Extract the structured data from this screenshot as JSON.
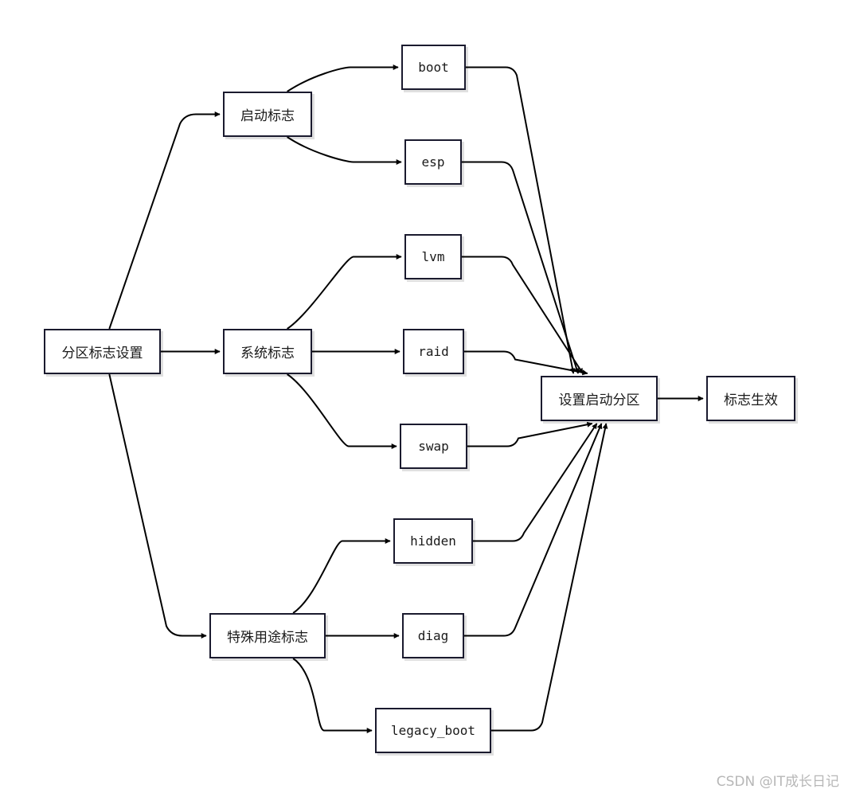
{
  "diagram": {
    "nodes": {
      "root": "分区标志设置",
      "boot_flags": "启动标志",
      "system_flags": "系统标志",
      "special_flags": "特殊用途标志",
      "boot": "boot",
      "esp": "esp",
      "lvm": "lvm",
      "raid": "raid",
      "swap": "swap",
      "hidden": "hidden",
      "diag": "diag",
      "legacy_boot": "legacy_boot",
      "set_boot_partition": "设置启动分区",
      "flag_effective": "标志生效"
    },
    "edges": [
      [
        "root",
        "boot_flags"
      ],
      [
        "root",
        "system_flags"
      ],
      [
        "root",
        "special_flags"
      ],
      [
        "boot_flags",
        "boot"
      ],
      [
        "boot_flags",
        "esp"
      ],
      [
        "system_flags",
        "lvm"
      ],
      [
        "system_flags",
        "raid"
      ],
      [
        "system_flags",
        "swap"
      ],
      [
        "special_flags",
        "hidden"
      ],
      [
        "special_flags",
        "diag"
      ],
      [
        "special_flags",
        "legacy_boot"
      ],
      [
        "boot",
        "set_boot_partition"
      ],
      [
        "esp",
        "set_boot_partition"
      ],
      [
        "lvm",
        "set_boot_partition"
      ],
      [
        "raid",
        "set_boot_partition"
      ],
      [
        "swap",
        "set_boot_partition"
      ],
      [
        "hidden",
        "set_boot_partition"
      ],
      [
        "diag",
        "set_boot_partition"
      ],
      [
        "legacy_boot",
        "set_boot_partition"
      ],
      [
        "set_boot_partition",
        "flag_effective"
      ]
    ]
  },
  "watermark": "CSDN @IT成长日记"
}
